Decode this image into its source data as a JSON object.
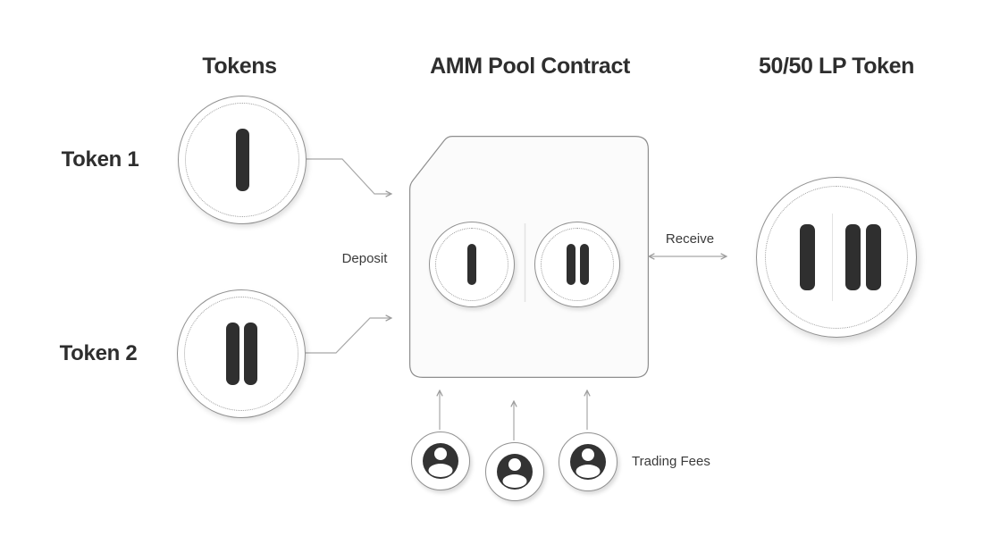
{
  "title": "AMM liquidity pool diagram",
  "headers": {
    "tokens": "Tokens",
    "pool": "AMM Pool Contract",
    "lp": "50/50 LP Token"
  },
  "labels": {
    "token1": "Token 1",
    "token2": "Token 2",
    "deposit": "Deposit",
    "receive": "Receive",
    "trading_fees": "Trading Fees"
  },
  "icons": {
    "token1": "tally-one-coin-icon",
    "token2": "tally-two-coin-icon",
    "pool_token1": "tally-one-coin-icon",
    "pool_token2": "tally-two-coin-icon",
    "lp_token": "tally-one-and-two-coin-icon",
    "traders": [
      "user-icon",
      "user-icon",
      "user-icon"
    ]
  },
  "colors": {
    "bg": "#ffffff",
    "text": "#2e2e2e",
    "bar": "#2f2f2f",
    "coin-border": "#919191",
    "dotted": "#9e9e9e",
    "connector": "#a8a8a8",
    "contract-fill": "#fbfbfb",
    "contract-border": "#8e8e8e",
    "divider": "#e3e3e3",
    "user-fill": "#333333"
  }
}
